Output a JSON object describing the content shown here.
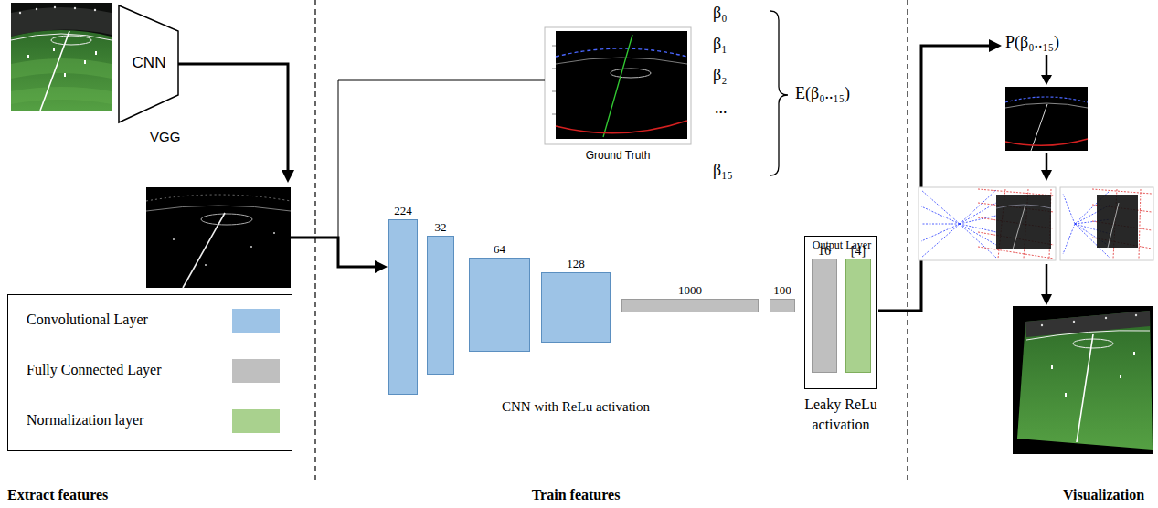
{
  "diagram": {
    "nodes": [
      {
        "text": [
          "CNN",
          "VGG"
        ]
      },
      {
        "text": [
          "224"
        ]
      },
      {
        "text": [
          "32"
        ]
      },
      {
        "text": [
          "64"
        ]
      },
      {
        "text": [
          "128"
        ]
      },
      {
        "text": [
          "1000"
        ]
      },
      {
        "text": [
          "100"
        ]
      },
      {
        "text": [
          "Output Layer"
        ]
      },
      {
        "text": [
          "16"
        ],
        "in": 7
      },
      {
        "text": [
          "[4]"
        ],
        "in": 7
      },
      {
        "text": [
          "Ground Truth"
        ]
      }
    ],
    "labels": [
      "Extract features",
      "Train features",
      "Visualization",
      "β₀",
      "β₁",
      "β₂",
      "...",
      "β₁₅",
      "E(β₀..₁₅)",
      "P(β₀..₁₅)",
      "CNN with ReLu activation",
      "Leaky ReLu activation"
    ],
    "legend": [
      {
        "text": "Convolutional Layer",
        "color": "#9dc3e6"
      },
      {
        "text": "Fully Connected Layer",
        "color": "#bfbfbf"
      },
      {
        "text": "Normalization layer",
        "color": "#a9d18e"
      }
    ]
  }
}
